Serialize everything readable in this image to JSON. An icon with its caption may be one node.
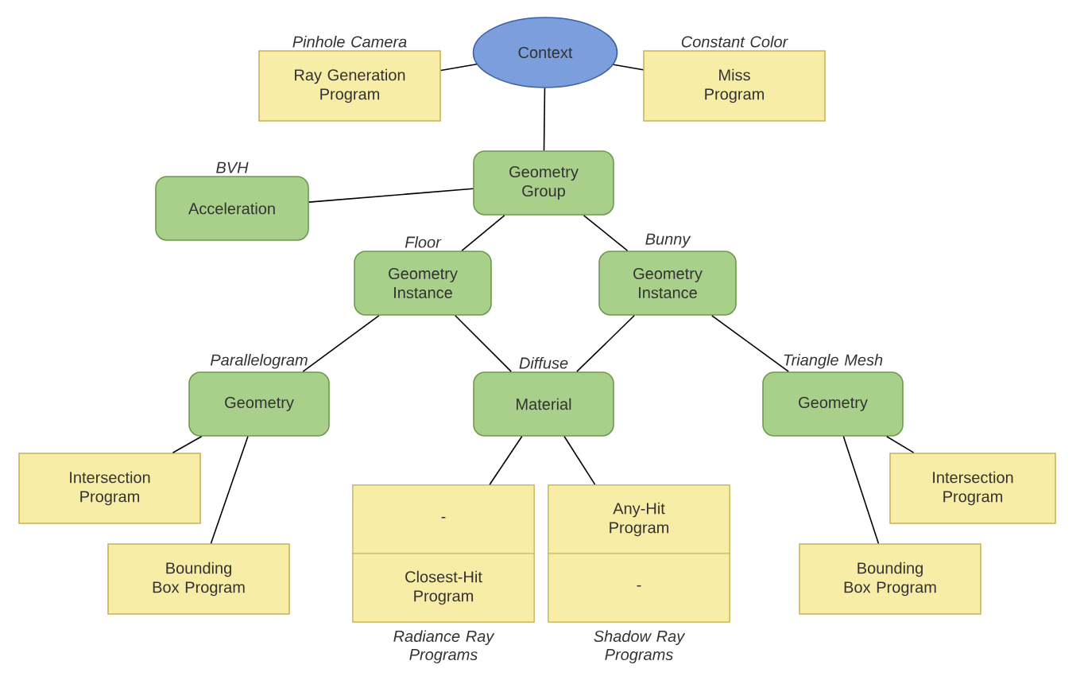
{
  "diagram": {
    "nodes": [
      {
        "text": [
          "Context"
        ]
      },
      {
        "text": [
          "Ray Generation Program"
        ],
        "beside": [
          "Pinhole Camera"
        ]
      },
      {
        "text": [
          "Miss Program"
        ],
        "beside": [
          "Constant Color"
        ]
      },
      {
        "text": [
          "Geometry Group"
        ]
      },
      {
        "text": [
          "Acceleration"
        ],
        "beside": [
          "BVH"
        ]
      },
      {
        "text": [
          "Geometry Instance"
        ],
        "beside": [
          "Floor"
        ]
      },
      {
        "text": [
          "Geometry Instance"
        ],
        "beside": [
          "Bunny"
        ]
      },
      {
        "text": [
          "Geometry"
        ],
        "beside": [
          "Parallelogram"
        ]
      },
      {
        "text": [
          "Material"
        ],
        "beside": [
          "Diffuse"
        ]
      },
      {
        "text": [
          "Geometry"
        ],
        "beside": [
          "Triangle Mesh"
        ]
      },
      {
        "text": [
          "Intersection Program"
        ]
      },
      {
        "text": [
          "Bounding Box Program"
        ]
      },
      {
        "text": [],
        "shape": "box",
        "beside": [
          "Radiance Ray Programs"
        ]
      },
      {
        "text": [
          "-"
        ],
        "in": 12
      },
      {
        "text": [
          "Closest-Hit Program"
        ],
        "in": 12
      },
      {
        "text": [],
        "shape": "box",
        "beside": [
          "Shadow Ray Programs"
        ]
      },
      {
        "text": [
          "Any-Hit Program"
        ],
        "in": 15
      },
      {
        "text": [
          "-"
        ],
        "in": 15
      },
      {
        "text": [
          "Intersection Program"
        ]
      },
      {
        "text": [
          "Bounding Box Program"
        ]
      }
    ],
    "edges": [
      {
        "from": 0,
        "to": 1,
        "arrow": "none"
      },
      {
        "from": 0,
        "to": 2,
        "arrow": "none"
      },
      {
        "from": 0,
        "to": 3,
        "arrow": "none"
      },
      {
        "from": 3,
        "to": 4,
        "arrow": "none"
      },
      {
        "from": 3,
        "to": 5,
        "arrow": "none"
      },
      {
        "from": 3,
        "to": 6,
        "arrow": "none"
      },
      {
        "from": 5,
        "to": 7,
        "arrow": "none"
      },
      {
        "from": 5,
        "to": 8,
        "arrow": "none"
      },
      {
        "from": 6,
        "to": 8,
        "arrow": "none"
      },
      {
        "from": 6,
        "to": 9,
        "arrow": "none"
      },
      {
        "from": 7,
        "to": 10,
        "arrow": "none"
      },
      {
        "from": 7,
        "to": 11,
        "arrow": "none"
      },
      {
        "from": 8,
        "to": 12,
        "arrow": "none"
      },
      {
        "from": 8,
        "to": 15,
        "arrow": "none"
      },
      {
        "from": 9,
        "to": 18,
        "arrow": "none"
      },
      {
        "from": 9,
        "to": 19,
        "arrow": "none"
      }
    ]
  }
}
